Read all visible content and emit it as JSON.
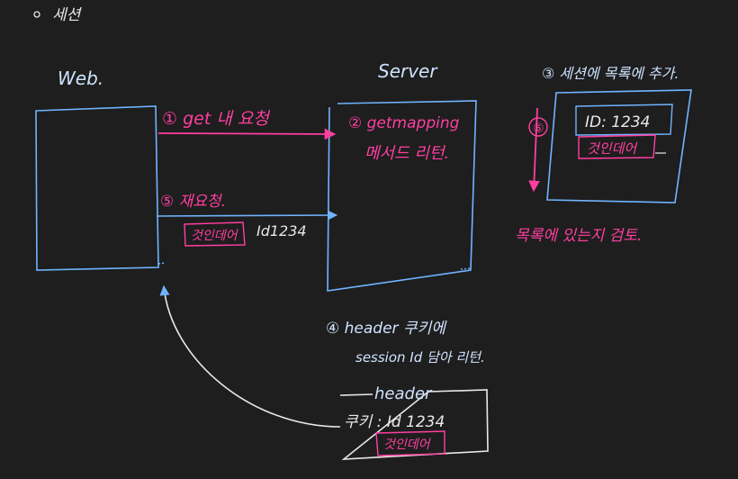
{
  "title": "세션",
  "colors": {
    "background": "#1e1e1e",
    "stroke_blue": "#6fb4ff",
    "stroke_white": "#e8e8e8",
    "stroke_pink": "#ff3fa0"
  },
  "actors": {
    "web": "Web.",
    "server": "Server"
  },
  "steps": {
    "step1": "① get 내 요청",
    "step2_line1": "② getmapping",
    "step2_line2": "메서드 리턴.",
    "step3": "③ 세션에 목록에 추가.",
    "step4_line1": "④ header 쿠키에",
    "step4_line2": "session Id 담아 리턴.",
    "step5": "⑤ 재요청.",
    "step5_tag": "것인데어",
    "step5_id": "Id1234",
    "step6": "⑥",
    "step6_note": "목록에 있는지 검토."
  },
  "session_store": {
    "id": "ID: 1234",
    "tag": "것인데어"
  },
  "header_box": {
    "title": "header",
    "cookie": "쿠키 : Id 1234",
    "tag": "것인데어"
  }
}
